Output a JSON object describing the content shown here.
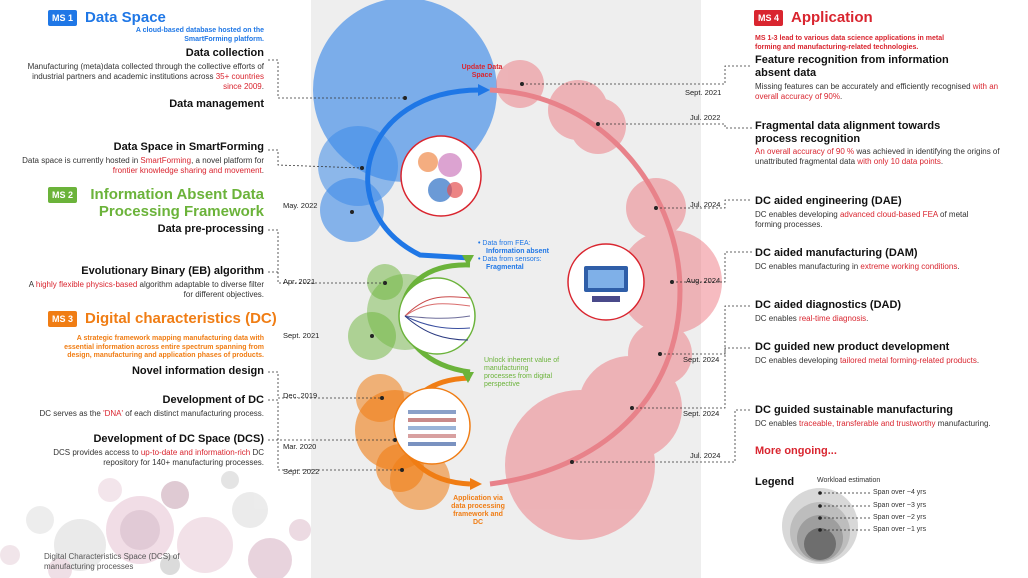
{
  "ms1": {
    "badge": "MS 1",
    "title": "Data Space",
    "subtitle": "A cloud-based database hosted on the SmartForming platform.",
    "items": [
      {
        "heading": "Data collection",
        "pre": "Manufacturing (meta)data collected through the collective efforts of industrial partners and academic institutions across ",
        "highlight": "35+ countries since 2009",
        "post": "."
      },
      {
        "heading": "Data management"
      },
      {
        "heading": "Data Space in SmartForming",
        "pre": "Data space is currently hosted in ",
        "highlight": "SmartForming",
        "mid": ", a novel platform for ",
        "highlight2": "frontier knowledge sharing and movement",
        "post": "."
      }
    ]
  },
  "ms2": {
    "badge": "MS 2",
    "title_line1": "Information Absent Data",
    "title_line2": "Processing Framework",
    "items": [
      {
        "heading": "Data pre-processing"
      },
      {
        "heading": "Evolutionary Binary (EB) algorithm",
        "pre": "A ",
        "highlight": "highly flexible physics-based",
        "post": " algorithm adaptable to diverse filter for different objectives."
      }
    ]
  },
  "ms3": {
    "badge": "MS 3",
    "title": "Digital characteristics (DC)",
    "subtitle": "A strategic framework mapping manufacturing data with essential information across entire spectrum spanning from design, manufacturing and application phases of products.",
    "items": [
      {
        "heading": "Novel information design"
      },
      {
        "heading": "Development of DC",
        "pre": "DC serves as the ",
        "highlight": "'DNA'",
        "post": " of each distinct manufacturing process."
      },
      {
        "heading": "Development of DC Space (DCS)",
        "pre": "DCS provides access to ",
        "highlight": "up-to-date and information-rich",
        "post": " DC repository for 140+ manufacturing processes."
      }
    ]
  },
  "ms4": {
    "badge": "MS 4",
    "title": "Application",
    "subtitle": "MS 1-3 lead to various data science applications in metal forming and manufacturing-related technologies.",
    "items": [
      {
        "heading": "Feature recognition from information absent data",
        "pre": "Missing features can be accurately and efficiently recognised ",
        "highlight": "with an overall accuracy of 90%",
        "post": "."
      },
      {
        "heading": "Fragmental data alignment towards process recognition",
        "highlight": "An overall accuracy of 90 %",
        "pre": " was achieved in identifying the origins of unattributed fragmental data ",
        "highlight2": "with only 10 data points",
        "post": "."
      },
      {
        "heading": "DC aided engineering (DAE)",
        "pre": "DC enables developing ",
        "highlight": "advanced cloud-based FEA",
        "post": " of metal forming processes."
      },
      {
        "heading": "DC aided manufacturing (DAM)",
        "pre": "DC enables manufacturing in ",
        "highlight": "extreme working conditions",
        "post": "."
      },
      {
        "heading": "DC aided diagnostics (DAD)",
        "pre": "DC enables ",
        "highlight": "real-time diagnosis",
        "post": "."
      },
      {
        "heading": "DC guided new product development",
        "pre": "DC enables developing ",
        "highlight": "tailored metal forming-related products",
        "post": "."
      },
      {
        "heading": "DC guided sustainable manufacturing",
        "pre": "DC enables ",
        "highlight": "traceable, transferable and trustworthy",
        "post": " manufacturing."
      }
    ],
    "more": "More ongoing..."
  },
  "dates_left": [
    "May. 2022",
    "Apr. 2021",
    "Sept. 2021",
    "Dec. 2019",
    "Mar. 2020",
    "Sept. 2022"
  ],
  "dates_right": [
    "Sept. 2021",
    "Jul. 2022",
    "Jul. 2024",
    "Aug. 2024",
    "Sept. 2024",
    "Sept. 2024",
    "Jul. 2024"
  ],
  "center": {
    "update": "Update Data Space",
    "fea_bullet1": "Data from FEA:",
    "fea_bullet1b": "Information absent",
    "fea_bullet2": "Data from sensors:",
    "fea_bullet2b": "Fragmental",
    "unlock": "Unlock inherent value of manufacturing processes from digital perspective",
    "application": "Application via data processing framework and DC"
  },
  "legend": {
    "title": "Legend",
    "subtitle": "Workload estimation",
    "items": [
      "Span over ~4 yrs",
      "Span over ~3 yrs",
      "Span over ~2 yrs",
      "Span over ~1 yrs"
    ]
  },
  "footer_caption": "Digital Characteristics Space (DCS) of manufacturing processes",
  "colors": {
    "blue": "#1f77e6",
    "green": "#6bb33a",
    "orange": "#f07d14",
    "red": "#d9252f"
  }
}
